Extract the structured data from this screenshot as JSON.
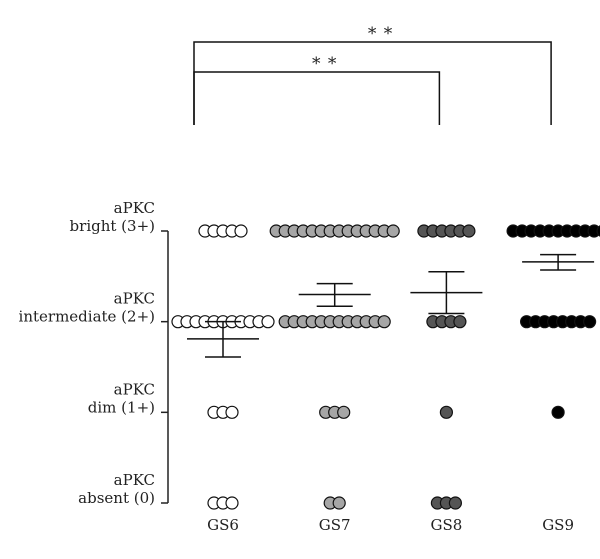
{
  "chart_data": {
    "type": "scatter",
    "categories": [
      "GS6",
      "GS7",
      "GS8",
      "GS9"
    ],
    "y_levels": [
      {
        "value": 0,
        "lines": [
          "aPKC",
          "absent (0)"
        ]
      },
      {
        "value": 1,
        "lines": [
          "aPKC",
          "dim (1+)"
        ]
      },
      {
        "value": 2,
        "lines": [
          "aPKC",
          "intermediate (2+)"
        ]
      },
      {
        "value": 3,
        "lines": [
          "aPKC",
          "bright (3+)"
        ]
      }
    ],
    "ylim": [
      0,
      3
    ],
    "series": [
      {
        "category": "GS6",
        "counts": {
          "0": 3,
          "1": 3,
          "2": 11,
          "3": 5
        },
        "mean": 1.81,
        "error_low": 1.61,
        "error_high": 2.0,
        "fill": "#ffffff"
      },
      {
        "category": "GS7",
        "counts": {
          "0": 2,
          "1": 3,
          "2": 12,
          "3": 14
        },
        "mean": 2.3,
        "error_low": 2.17,
        "error_high": 2.42,
        "fill": "#a6a6a6"
      },
      {
        "category": "GS8",
        "counts": {
          "0": 3,
          "1": 1,
          "2": 4,
          "3": 6
        },
        "mean": 2.32,
        "error_low": 2.09,
        "error_high": 2.55,
        "fill": "#555555"
      },
      {
        "category": "GS9",
        "counts": {
          "0": 0,
          "1": 1,
          "2": 8,
          "3": 11
        },
        "mean": 2.66,
        "error_low": 2.57,
        "error_high": 2.74,
        "fill": "#000000"
      }
    ],
    "significance": [
      {
        "from": "GS6",
        "to": "GS8",
        "label": "* *"
      },
      {
        "from": "GS6",
        "to": "GS9",
        "label": "* *"
      }
    ],
    "grid": false,
    "legend": "none"
  }
}
